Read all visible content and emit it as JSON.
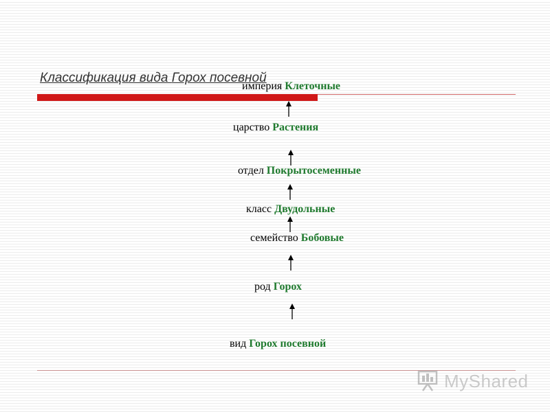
{
  "title": {
    "prefix": "Классификация вида ",
    "highlight": "Горох посевной"
  },
  "classification": [
    {
      "rank": "империя",
      "value": "Клеточные"
    },
    {
      "rank": "царство",
      "value": "Растения"
    },
    {
      "rank": "отдел",
      "value": "Покрытосеменные"
    },
    {
      "rank": "класс",
      "value": "Двудольные"
    },
    {
      "rank": "семейство",
      "value": "Бобовые"
    },
    {
      "rank": "род",
      "value": "Горох"
    },
    {
      "rank": "вид",
      "value": "Горох посевной"
    }
  ],
  "watermark": {
    "text": "MyShared",
    "icon": "presentation-board-icon"
  },
  "colors": {
    "accent_red": "#d01818",
    "value_green": "#1f7a2e"
  }
}
